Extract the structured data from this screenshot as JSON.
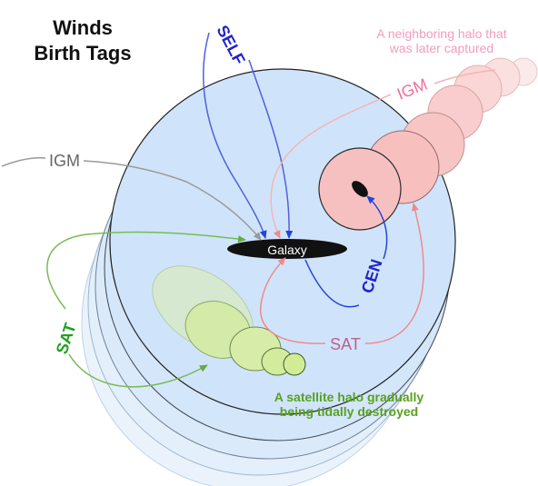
{
  "title": {
    "line1": "Winds",
    "line2": "Birth Tags"
  },
  "galaxy_label": "Galaxy",
  "tags": {
    "self": "SELF",
    "igm_left": "IGM",
    "igm_right": "IGM",
    "sat_left": "SAT",
    "sat_bottom": "SAT",
    "cen": "CEN"
  },
  "annotations": {
    "neighbor_line1": "A neighboring halo that",
    "neighbor_line2": "was later captured",
    "satellite_line1": "A satellite halo gradually",
    "satellite_line2": "being tidally destroyed"
  },
  "colors": {
    "self": "#2222cc",
    "self_arrow": "#5555dd",
    "igm_left": "#666666",
    "igm_arrow": "#999999",
    "igm_right": "#ee6f98",
    "neighbor_text": "#f39bbd",
    "sat_left": "#22a022",
    "sat_arrow": "#77bb55",
    "sat_bottom": "#c0608a",
    "sat_bottom_arrow": "#f08a8a",
    "cen": "#2222cc",
    "satellite_text": "#5aa020",
    "halo_fill": "#cfe6fb",
    "halo_edge": "#222222",
    "neighbor_halo": "#f9c4c4",
    "satellite_halo": "#d4eaa0"
  }
}
